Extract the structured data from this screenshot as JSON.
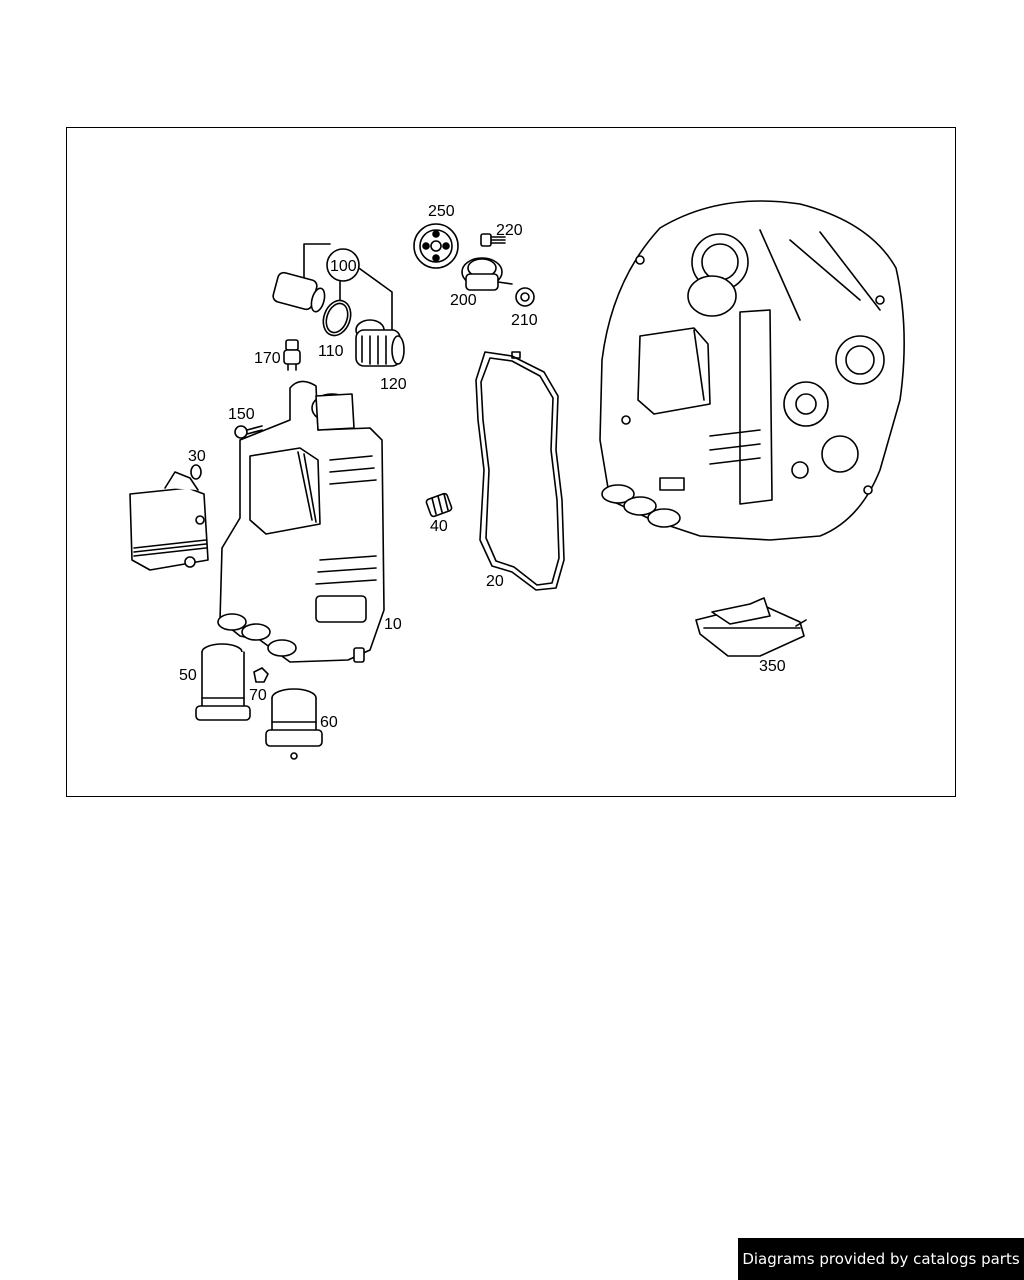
{
  "diagram": {
    "callouts": {
      "p250": "250",
      "p220": "220",
      "p100": "100",
      "p200": "200",
      "p210": "210",
      "p110": "110",
      "p170": "170",
      "p120": "120",
      "p150": "150",
      "p30": "30",
      "p40": "40",
      "p20": "20",
      "p10": "10",
      "p50": "50",
      "p70": "70",
      "p60": "60",
      "p350": "350"
    }
  },
  "footer": {
    "watermark": "Diagrams provided by catalogs parts"
  }
}
